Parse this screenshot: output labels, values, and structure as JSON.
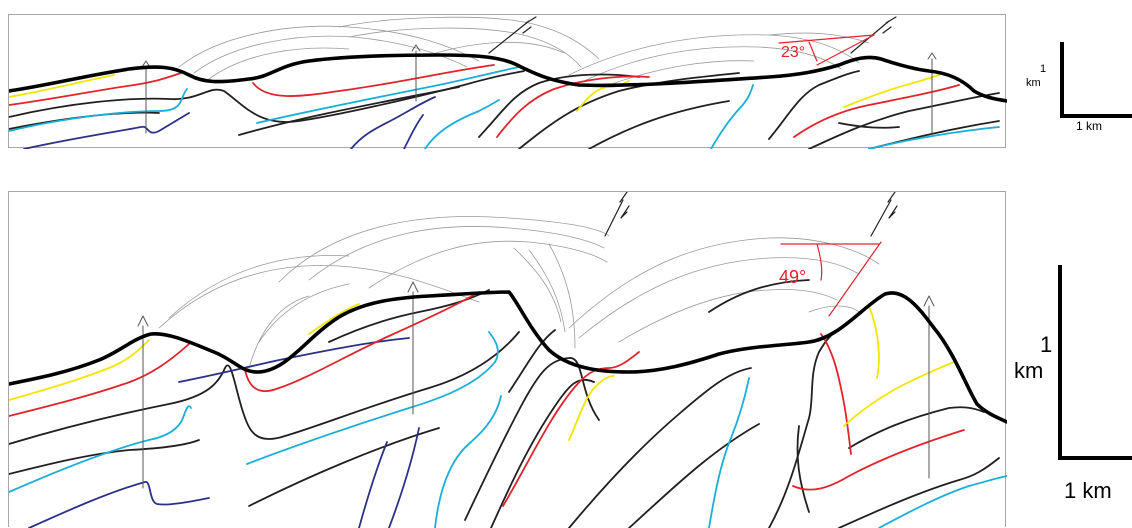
{
  "colors": {
    "topography": "#000000",
    "yellow_layer": "#f2e600",
    "red_layer": "#e0242a",
    "black_layer": "#231f20",
    "cyan_layer": "#1aaed9",
    "navy_layer": "#2b3187",
    "projected_layer": "#9a9a9a",
    "angle_annotation": "#e0242a",
    "frame": "#a6a6a6"
  },
  "top_section": {
    "dip_angle": "23°"
  },
  "bottom_section": {
    "dip_angle": "49°"
  },
  "scale_bars": {
    "small": {
      "vertical_value": "1",
      "vertical_unit": "km",
      "horizontal_label": "1 km"
    },
    "large": {
      "vertical_value": "1",
      "vertical_unit": "km",
      "horizontal_label": "1 km"
    }
  }
}
